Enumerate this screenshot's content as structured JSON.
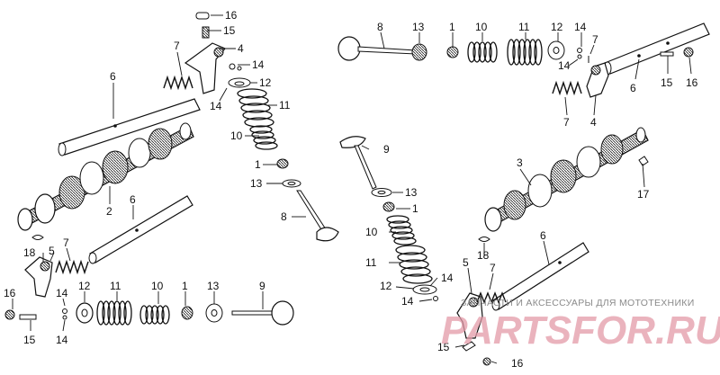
{
  "callouts": [
    "1",
    "2",
    "3",
    "4",
    "5",
    "6",
    "7",
    "8",
    "9",
    "10",
    "11",
    "12",
    "13",
    "14",
    "15",
    "16",
    "17",
    "18"
  ],
  "watermark": {
    "tagline": "ЗАПЧАСТИ И АКСЕССУАРЫ ДЛЯ МОТОТЕХНИКИ",
    "brand": "PARTSFOR.RU",
    "brand_color": "#e39aa8"
  }
}
